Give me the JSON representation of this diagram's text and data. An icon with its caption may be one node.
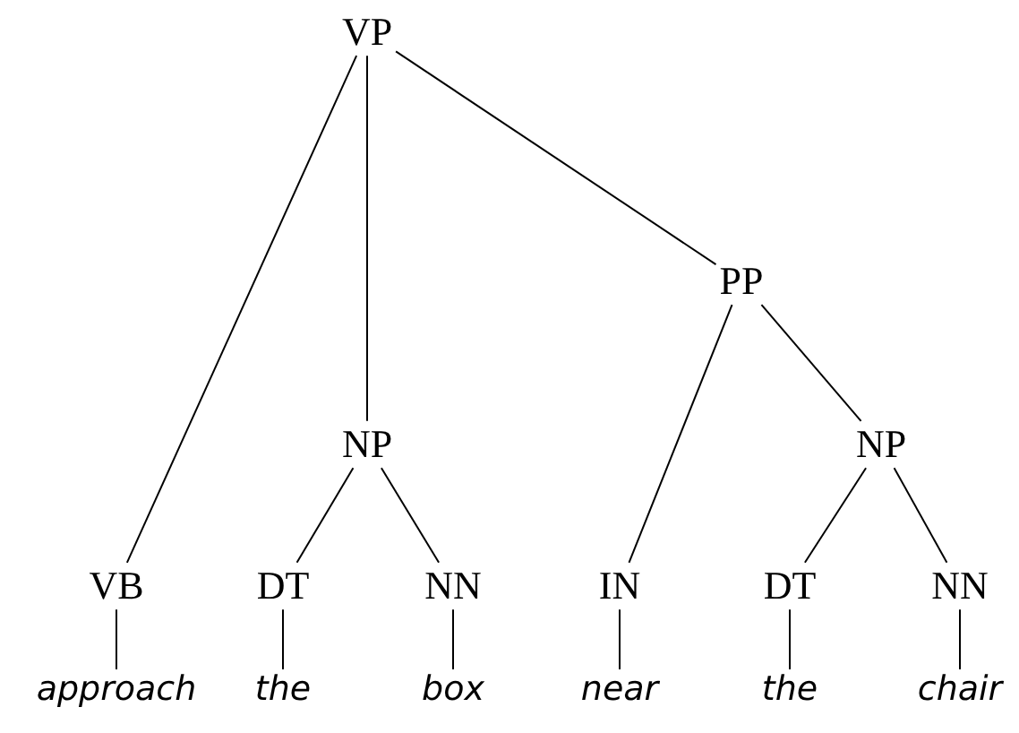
{
  "diagram": {
    "nodes": [
      {
        "text": [
          "VP"
        ]
      },
      {
        "text": [
          "PP"
        ]
      },
      {
        "text": [
          "NP"
        ]
      },
      {
        "text": [
          "NP"
        ]
      },
      {
        "text": [
          "VB"
        ]
      },
      {
        "text": [
          "DT"
        ]
      },
      {
        "text": [
          "NN"
        ]
      },
      {
        "text": [
          "IN"
        ]
      },
      {
        "text": [
          "DT"
        ]
      },
      {
        "text": [
          "NN"
        ]
      },
      {
        "text": [
          "approach"
        ]
      },
      {
        "text": [
          "the"
        ]
      },
      {
        "text": [
          "box"
        ]
      },
      {
        "text": [
          "near"
        ]
      },
      {
        "text": [
          "the"
        ]
      },
      {
        "text": [
          "chair"
        ]
      }
    ],
    "edges": [
      {
        "from": 0,
        "to": 4,
        "arrow": "none"
      },
      {
        "from": 0,
        "to": 2,
        "arrow": "none"
      },
      {
        "from": 0,
        "to": 1,
        "arrow": "none"
      },
      {
        "from": 2,
        "to": 5,
        "arrow": "none"
      },
      {
        "from": 2,
        "to": 6,
        "arrow": "none"
      },
      {
        "from": 1,
        "to": 7,
        "arrow": "none"
      },
      {
        "from": 1,
        "to": 3,
        "arrow": "none"
      },
      {
        "from": 3,
        "to": 8,
        "arrow": "none"
      },
      {
        "from": 3,
        "to": 9,
        "arrow": "none"
      },
      {
        "from": 4,
        "to": 10,
        "arrow": "none"
      },
      {
        "from": 5,
        "to": 11,
        "arrow": "none"
      },
      {
        "from": 6,
        "to": 12,
        "arrow": "none"
      },
      {
        "from": 7,
        "to": 13,
        "arrow": "none"
      },
      {
        "from": 8,
        "to": 14,
        "arrow": "none"
      },
      {
        "from": 9,
        "to": 15,
        "arrow": "none"
      }
    ]
  }
}
